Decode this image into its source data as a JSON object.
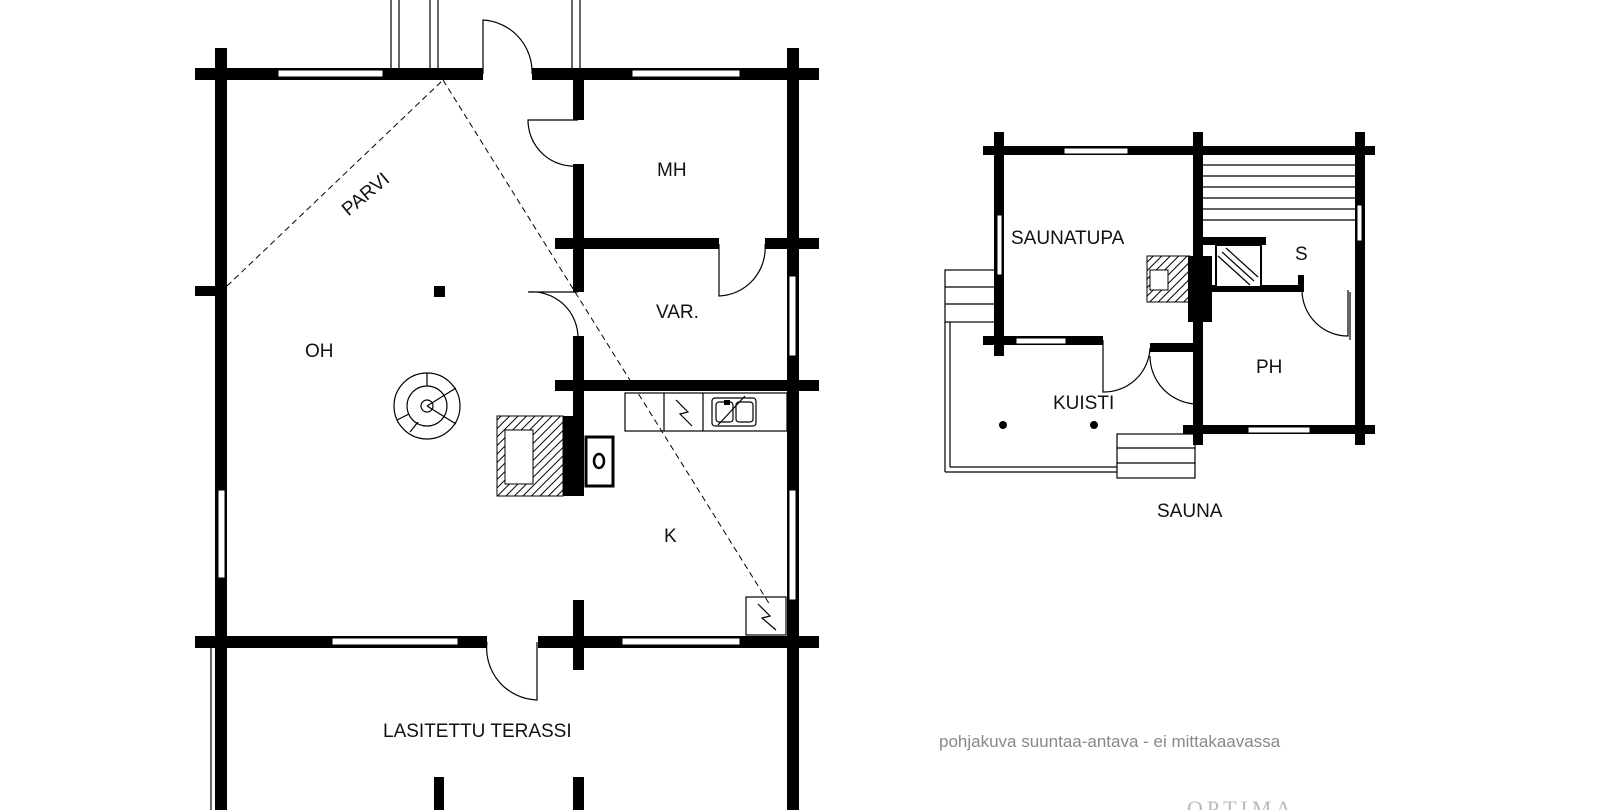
{
  "rooms": {
    "mh": "MH",
    "var": "VAR.",
    "oh": "OH",
    "parvi": "PARVI",
    "k": "K",
    "terrace": "LASITETTU TERASSI",
    "saunatupa": "SAUNATUPA",
    "s": "S",
    "ph": "PH",
    "kuisti": "KUISTI"
  },
  "building_labels": {
    "sauna": "SAUNA"
  },
  "footer": {
    "disclaimer": "pohjakuva suuntaa-antava - ei mittakaavassa",
    "logo": "OPTIMA"
  },
  "colors": {
    "walls": "#000000",
    "background": "#ffffff",
    "disclaimer": "#888888"
  }
}
